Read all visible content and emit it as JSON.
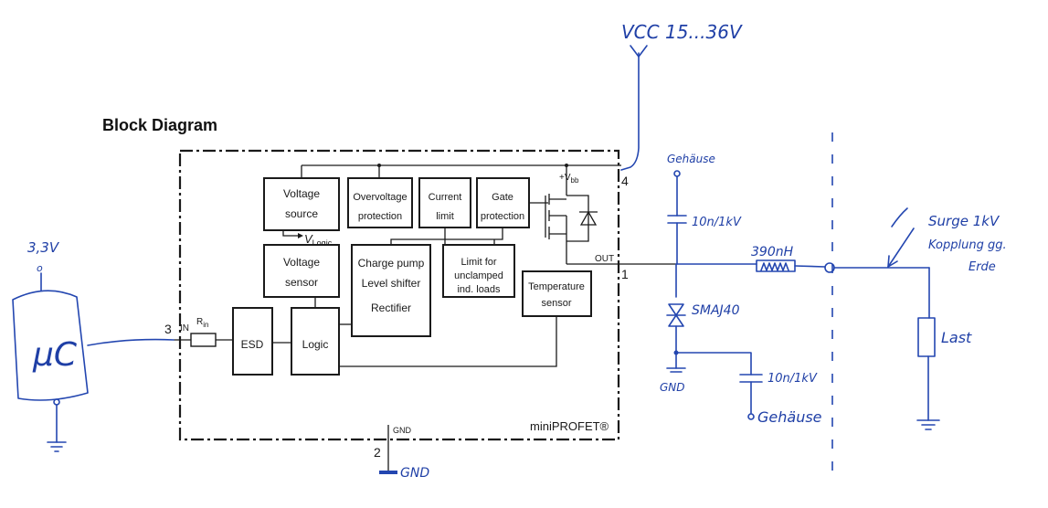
{
  "diagram": {
    "title": "Block Diagram",
    "chip_name": "miniPROFET®",
    "blocks": {
      "voltage_source": [
        "Voltage",
        "source"
      ],
      "v_logic": "V",
      "v_logic_sub": "Logic",
      "overvoltage": [
        "Overvoltage",
        "protection"
      ],
      "current_limit": [
        "Current",
        "limit"
      ],
      "gate_protection": [
        "Gate",
        "protection"
      ],
      "voltage_sensor": [
        "Voltage",
        "sensor"
      ],
      "charge_pump": [
        "Charge pump",
        "Level shifter",
        "Rectifier"
      ],
      "limit_unclamped": [
        "Limit for",
        "unclamped",
        "ind. loads"
      ],
      "temperature_sensor": [
        "Temperature",
        "sensor"
      ],
      "esd": "ESD",
      "logic": "Logic"
    },
    "pins": {
      "in_number": "3",
      "in_label": "IN",
      "rin": "R",
      "rin_sub": "in",
      "vbb_label": "+V",
      "vbb_sub": "bb",
      "vbb_number": "4",
      "out_label": "OUT",
      "out_number": "1",
      "gnd_label": "GND",
      "gnd_number": "2"
    },
    "handwritten": {
      "supply_3v3": "3,3V",
      "supply_3v3_dot": "o",
      "mcu": "µC",
      "vcc": "VCC 15...36V",
      "gehause_top": "Gehäuse",
      "cap_top": "10n/1kV",
      "inductor": "390nH",
      "tvs": "SMAJ40",
      "gnd_blue": "GND",
      "gnd_bottom": "GND",
      "cap_bottom": "10n/1kV",
      "gehause_bottom": "Gehäuse",
      "surge": "Surge 1kV",
      "kopplung_1": "Kopplung gg.",
      "kopplung_2": "Erde",
      "last": "Last"
    }
  }
}
